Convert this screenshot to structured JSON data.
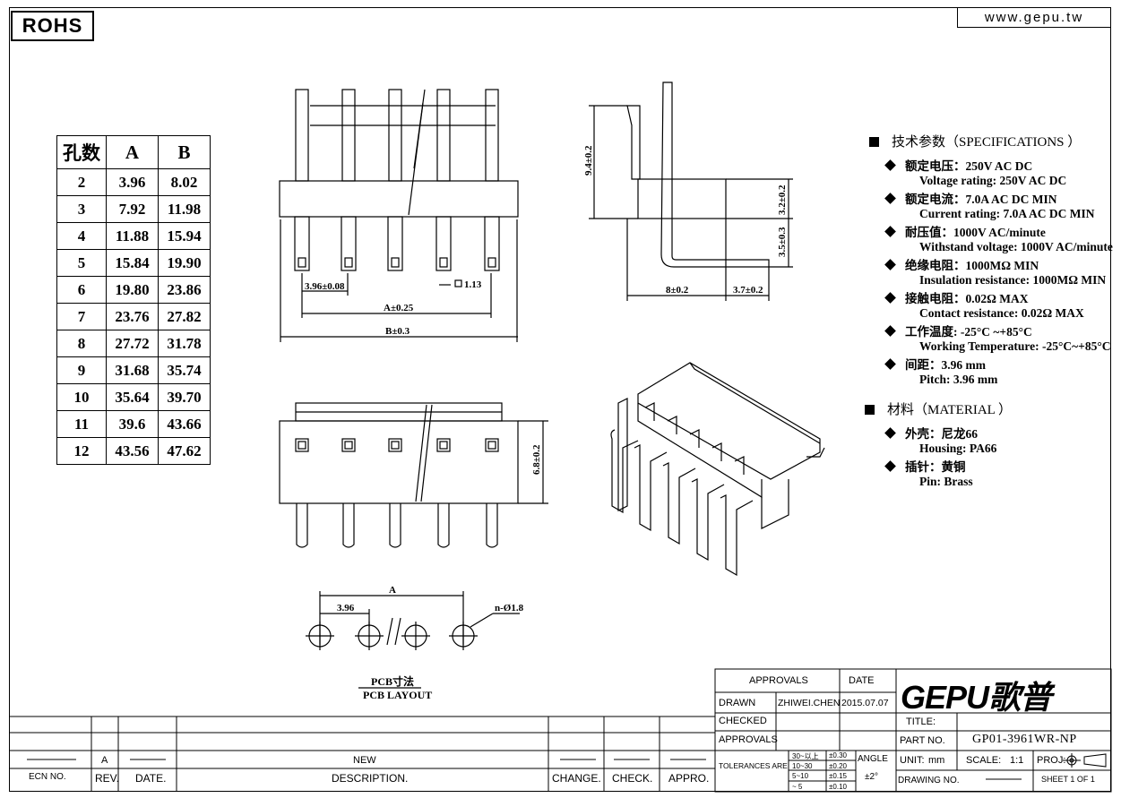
{
  "header": {
    "rohs": "ROHS",
    "website": "www.gepu.tw"
  },
  "pin_table": {
    "headers": [
      "孔数",
      "A",
      "B"
    ],
    "rows": [
      [
        "2",
        "3.96",
        "8.02"
      ],
      [
        "3",
        "7.92",
        "11.98"
      ],
      [
        "4",
        "11.88",
        "15.94"
      ],
      [
        "5",
        "15.84",
        "19.90"
      ],
      [
        "6",
        "19.80",
        "23.86"
      ],
      [
        "7",
        "23.76",
        "27.82"
      ],
      [
        "8",
        "27.72",
        "31.78"
      ],
      [
        "9",
        "31.68",
        "35.74"
      ],
      [
        "10",
        "35.64",
        "39.70"
      ],
      [
        "11",
        "39.6",
        "43.66"
      ],
      [
        "12",
        "43.56",
        "47.62"
      ]
    ]
  },
  "dims": {
    "pitch_tol": "3.96±0.08",
    "a_tol": "A±0.25",
    "b_tol": "B±0.3",
    "sq": "1.13",
    "h94": "9.4±0.2",
    "h32": "3.2±0.2",
    "h35": "3.5±0.3",
    "w8": "8±0.2",
    "w37": "3.7±0.2",
    "h68": "6.8±0.2",
    "pcb_a": "A",
    "pcb_pitch": "3.96",
    "hole": "n-Ø1.8",
    "pcb_cn": "PCB寸法",
    "pcb_en": "PCB LAYOUT"
  },
  "specs": {
    "title": "技术参数（SPECIFICATIONS ）",
    "items": [
      [
        "额定电压：250V AC DC",
        "Voltage rating: 250V AC DC"
      ],
      [
        "额定电流：7.0A AC DC   MIN",
        "Current rating: 7.0A  AC DC  MIN"
      ],
      [
        "耐压值：1000V AC/minute",
        "Withstand voltage: 1000V AC/minute"
      ],
      [
        "绝缘电阻：1000MΩ  MIN",
        "Insulation resistance: 1000MΩ  MIN"
      ],
      [
        "接触电阻：0.02Ω  MAX",
        "Contact resistance:  0.02Ω  MAX"
      ],
      [
        "工作温度: -25°C ~+85°C",
        "Working Temperature: -25°C~+85°C"
      ],
      [
        "间距：3.96 mm",
        "Pitch: 3.96 mm"
      ]
    ],
    "material_title": "材料（MATERIAL ）",
    "materials": [
      [
        "外壳：尼龙66",
        "Housing:   PA66"
      ],
      [
        "插针：黄铜",
        "Pin: Brass"
      ]
    ]
  },
  "titleblock": {
    "approvals_hdr": "APPROVALS",
    "date_hdr": "DATE",
    "drawn": "DRAWN",
    "drawn_by": "ZHIWEI.CHEN",
    "drawn_date": "2015.07.07",
    "checked": "CHECKED",
    "approvals": "APPROVALS",
    "tolerances": "TOLERANCES  ARE",
    "tol_rows": [
      [
        "30~以上",
        "±0.30"
      ],
      [
        "10~30",
        "±0.20"
      ],
      [
        "5~10",
        "±0.15"
      ],
      [
        "~ 5",
        "±0.10"
      ]
    ],
    "angle": "ANGLE",
    "angle_val": "±2°",
    "logo": "GEPU歌普",
    "title_lbl": "TITLE:",
    "part_lbl": "PART  NO.",
    "part_no": "GP01-3961WR-NP",
    "unit_lbl": "UNIT:",
    "unit": "mm",
    "scale_lbl": "SCALE:",
    "scale": "1:1",
    "proj_lbl": "PROJ:",
    "drawing_lbl": "DRAWING  NO.",
    "sheet": "SHEET   1  OF  1"
  },
  "revision": {
    "rev": "A",
    "desc": "NEW",
    "headers": [
      "ECN  NO.",
      "REV.",
      "DATE.",
      "DESCRIPTION.",
      "CHANGE.",
      "CHECK.",
      "APPRO."
    ]
  }
}
